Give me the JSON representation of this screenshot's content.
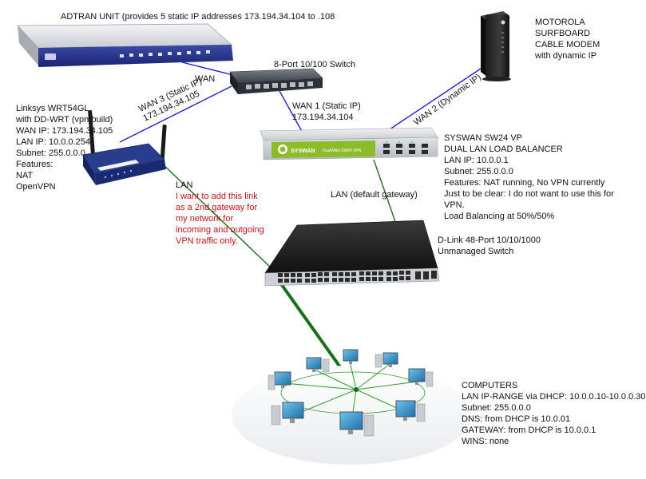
{
  "devices": {
    "adtran": {
      "label": "ADTRAN UNIT (provides 5 static IP addresses 173.194.34.104 to .108"
    },
    "switch8": {
      "label": "8-Port 10/100 Switch"
    },
    "modem": {
      "lines": [
        "MOTOROLA",
        "SURFBOARD",
        "CABLE MODEM",
        "with dynamic IP"
      ]
    },
    "linksys": {
      "lines": [
        "Linksys WRT54GL",
        "with DD-WRT (vpn build)",
        "WAN IP: 173.194.34.105",
        "LAN IP: 10.0.0.254",
        "Subnet: 255.0.0.0",
        "Features:",
        "NAT",
        "OpenVPN"
      ]
    },
    "syswan": {
      "lines": [
        "SYSWAN SW24 VP",
        "DUAL LAN LOAD BALANCER",
        "LAN IP: 10.0.0.1",
        "Subnet: 255.0.0.0",
        "Features: NAT running, No VPN currently",
        "Just to be clear: I do not want to use this for",
        "VPN.",
        "Load Balancing at 50%/50%"
      ],
      "brand": "SYSWAN",
      "model_text": "DualWAN SW24 VPN"
    },
    "dlink": {
      "lines": [
        "D-Link 48-Port 10/10/1000",
        "Unmanaged Switch"
      ],
      "brand": "D-Link"
    },
    "computers": {
      "lines": [
        "COMPUTERS",
        "LAN IP-RANGE via DHCP: 10.0.0.10-10.0.0.30",
        "Subnet: 255.0.0.0",
        "DNS: from DHCP is 10.0.01",
        "GATEWAY: from DHCP is 10.0.0.1",
        "WINS: none"
      ]
    }
  },
  "links": {
    "wan": "WAN",
    "wan3": [
      "WAN 3 (Static IP)",
      "173.194.34.105"
    ],
    "wan1": [
      "WAN 1 (Static IP)",
      "173.194.34.104"
    ],
    "wan2": "WAN 2 (Dynamic IP)",
    "lan_default": "LAN (default gateway)",
    "lan": "LAN",
    "note": "I want to add this link as a 2nd gateway for my network for incoming and outgoing VPN traffic only."
  },
  "colors": {
    "wan_line": "#1f1fd1",
    "lan_line": "#1a6e1a",
    "note_text": "#c0101a"
  }
}
